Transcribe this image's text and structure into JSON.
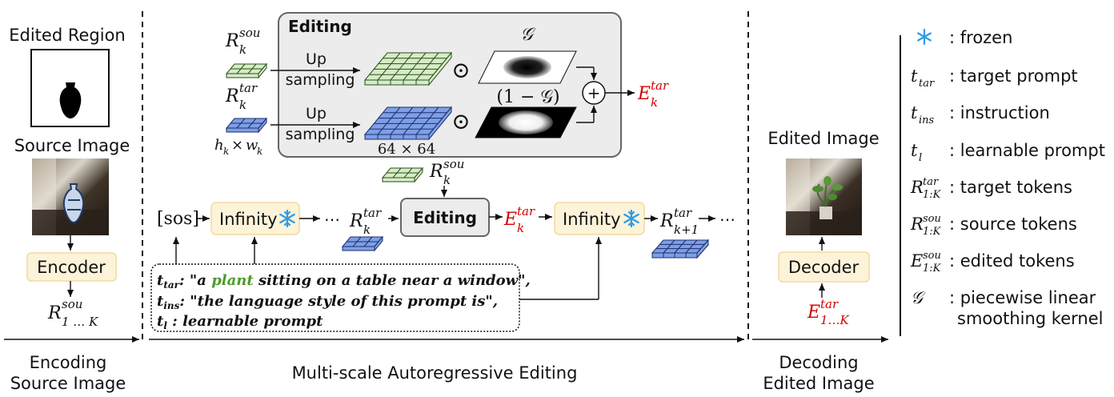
{
  "left_panel": {
    "edited_region_title": "Edited Region",
    "source_image_title": "Source Image",
    "encoder_label": "Encoder",
    "tokens_label": "R",
    "tokens_sup": "sou",
    "tokens_sub": "1 … K",
    "bottom_label_line1": "Encoding",
    "bottom_label_line2": "Source Image"
  },
  "editing_box": {
    "title": "Editing",
    "r_sou": "R",
    "r_sou_sup": "sou",
    "r_sou_sub": "k",
    "r_tar": "R",
    "r_tar_sup": "tar",
    "r_tar_sub": "k",
    "upsample_top_line1": "Up",
    "upsample_top_line2": "sampling",
    "upsample_bot_line1": "Up",
    "upsample_bot_line2": "sampling",
    "dims_small": "h",
    "dims_small_sub1": "k",
    "dims_small_times": "×",
    "dims_small_w": "w",
    "dims_small_sub2": "k",
    "dims_large": "64 × 64",
    "odot": "⊙",
    "mask_top_label": "𝒢",
    "mask_bottom_label": "(1 − 𝒢)",
    "plus": "+",
    "output": "E",
    "output_sup": "tar",
    "output_sub": "k"
  },
  "pipeline": {
    "sos": "[sos]",
    "infinity_1": "Infinity",
    "infinity_2": "Infinity",
    "ellipsis": "⋯",
    "r_k": "R",
    "r_k_sup": "tar",
    "r_k_sub": "k",
    "editing_label": "Editing",
    "r_sou_above": "R",
    "r_sou_above_sup": "sou",
    "r_sou_above_sub": "k",
    "e_k": "E",
    "e_k_sup": "tar",
    "e_k_sub": "k",
    "r_k1": "R",
    "r_k1_sup": "tar",
    "r_k1_sub": "k+1",
    "bottom_label": "Multi-scale Autoregressive Editing"
  },
  "prompts": {
    "tar_var": "t",
    "tar_sub": "tar",
    "tar_text_a": ": \"a ",
    "tar_text_green": "plant",
    "tar_text_b": " sitting on a table near a window\",",
    "ins_var": "t",
    "ins_sub": "ins",
    "ins_text": ": \"the language style of this prompt is\",",
    "l_var": "t",
    "l_sub": "l",
    "l_text": " : learnable prompt"
  },
  "right_panel": {
    "edited_image_title": "Edited Image",
    "decoder_label": "Decoder",
    "tokens_label": "E",
    "tokens_sup": "tar",
    "tokens_sub": "1…K",
    "bottom_label_line1": "Decoding",
    "bottom_label_line2": "Edited Image"
  },
  "legend": [
    {
      "symbol": "❄",
      "symbol_sup": "",
      "symbol_sub": "",
      "text": ": frozen"
    },
    {
      "symbol": "t",
      "symbol_sup": "",
      "symbol_sub": "tar",
      "text": ": target prompt"
    },
    {
      "symbol": "t",
      "symbol_sup": "",
      "symbol_sub": "ins",
      "text": ": instruction"
    },
    {
      "symbol": "t",
      "symbol_sup": "",
      "symbol_sub": "l",
      "text": ": learnable prompt"
    },
    {
      "symbol": "R",
      "symbol_sup": "tar",
      "symbol_sub": "1:K",
      "text": ": target tokens"
    },
    {
      "symbol": "R",
      "symbol_sup": "sou",
      "symbol_sub": "1:K",
      "text": ": source tokens"
    },
    {
      "symbol": "E",
      "symbol_sup": "sou",
      "symbol_sub": "1:K",
      "text": ": edited tokens"
    },
    {
      "symbol": "𝒢",
      "symbol_sup": "",
      "symbol_sub": "",
      "text": ": piecewise linear",
      "text2": "smoothing kernel"
    }
  ],
  "colors": {
    "red": "#d40000",
    "green_grid": "#d6ecc6",
    "blue_grid": "#7e9fe6",
    "yellow_box": "#fdf3d9",
    "gray_box": "#ececec",
    "snowflake": "#2f9be6",
    "green_word": "#4e9a2e"
  }
}
